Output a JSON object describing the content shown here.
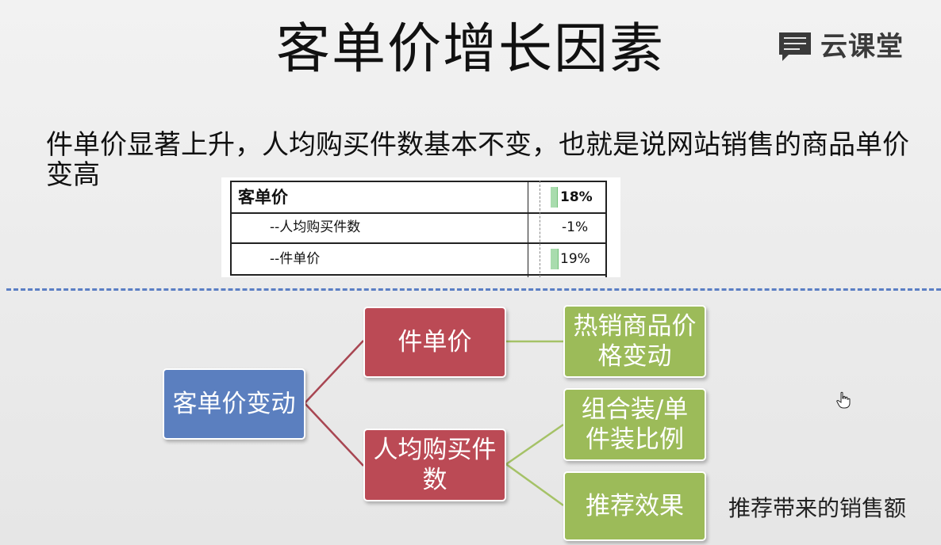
{
  "slide": {
    "title": "客单价增长因素",
    "logo_text": "云课堂",
    "subtitle": "件单价显著上升，人均购买件数基本不变，也就是说网站销售的商品单价变高",
    "note": "推荐带来的销售额"
  },
  "table": {
    "rows": [
      {
        "label": "客单价",
        "value": "18%",
        "bar_fraction": 0.18
      },
      {
        "label": "--人均购买件数",
        "value": "-1%",
        "bar_fraction": 0.0
      },
      {
        "label": "--件单价",
        "value": "19%",
        "bar_fraction": 0.19
      }
    ]
  },
  "diagram": {
    "root": "客单价变动",
    "branches": [
      {
        "label": "件单价",
        "children": [
          "热销商品价格变动"
        ]
      },
      {
        "label": "人均购买件数",
        "children": [
          "组合装/单件装比例",
          "推荐效果"
        ]
      }
    ]
  },
  "colors": {
    "root": "#5b7fbf",
    "branch": "#bb4a55",
    "leaf": "#9cbb59",
    "branch_connector": "#a84652",
    "leaf_connector": "#a5c267",
    "divider": "#5b7fc4"
  }
}
